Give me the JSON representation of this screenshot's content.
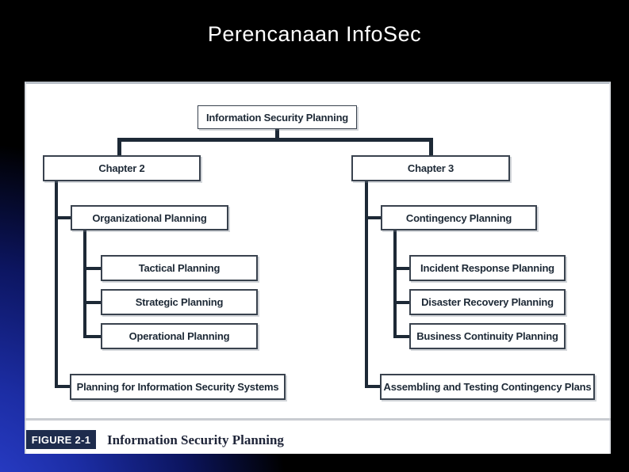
{
  "theme": {
    "slide_bg": "#000000",
    "glow_blue": "#2e44d8",
    "title_text": "#ffffff",
    "panel_bg": "#ffffff",
    "panel_border": "#b9bfc7",
    "line_color": "#1d2936",
    "box_border": "#39424e",
    "box_text": "#1d2936",
    "separator": "#c9ccd1",
    "figure_tag_bg": "#1e2c4d",
    "figure_tag_text": "#ffffff",
    "caption_text": "#20263a"
  },
  "title": "Perencanaan InfoSec",
  "diagram": {
    "root": "Information Security Planning",
    "left": {
      "chapter": "Chapter 2",
      "group": "Organizational Planning",
      "items": [
        "Tactical Planning",
        "Strategic Planning",
        "Operational Planning"
      ],
      "footer": "Planning for Information Security Systems"
    },
    "right": {
      "chapter": "Chapter 3",
      "group": "Contingency Planning",
      "items": [
        "Incident Response Planning",
        "Disaster Recovery Planning",
        "Business Continuity Planning"
      ],
      "footer": "Assembling and Testing Contingency Plans"
    }
  },
  "figure": {
    "tag": "FIGURE 2-1",
    "caption": "Information Security Planning"
  }
}
